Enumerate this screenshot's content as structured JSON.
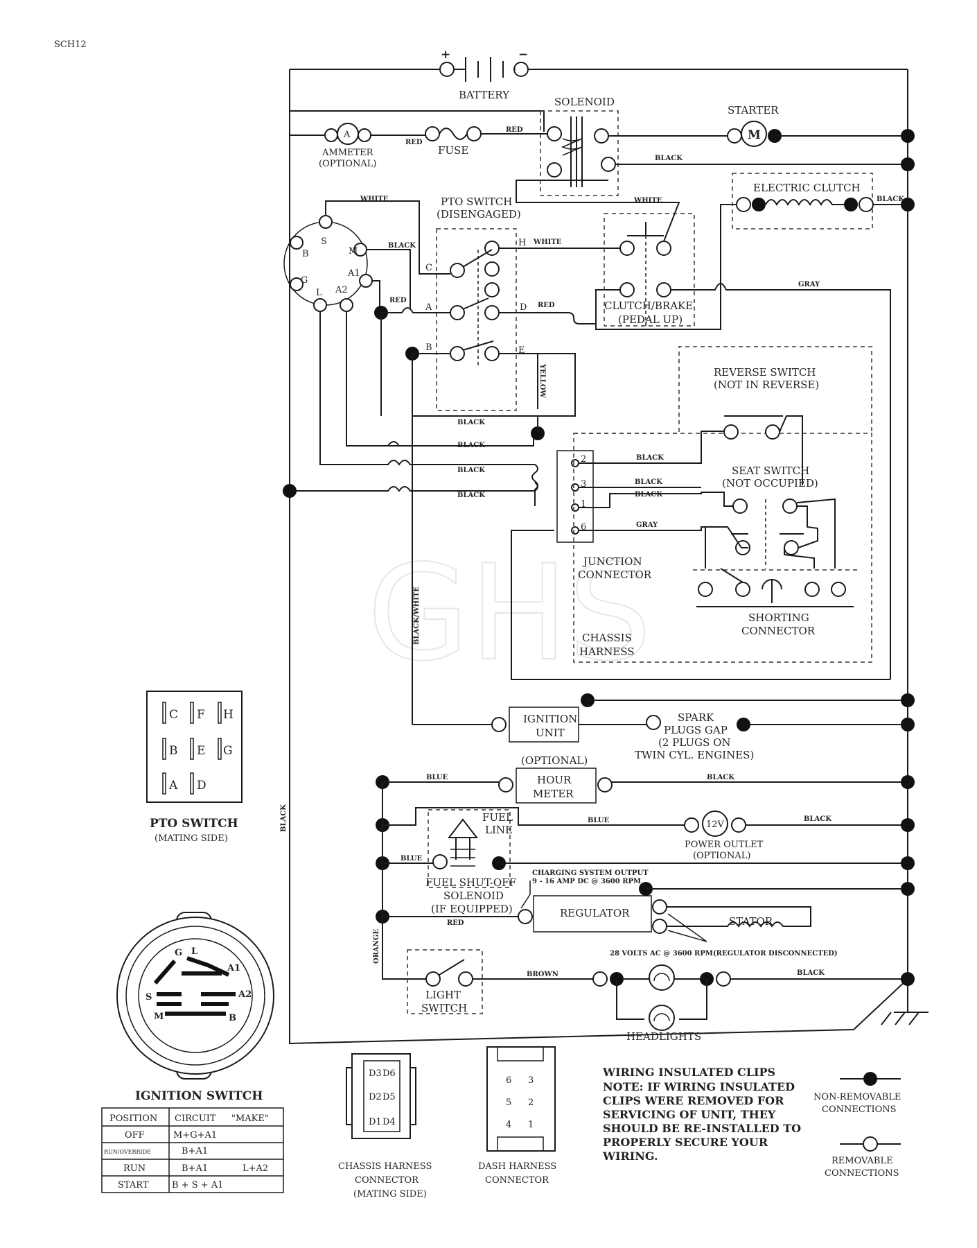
{
  "sheet_id": "SCH12",
  "watermark": "GHS",
  "components": {
    "battery": "BATTERY",
    "battery_pos": "+",
    "battery_neg": "−",
    "solenoid": "SOLENOID",
    "starter": "STARTER",
    "starter_symbol": "M",
    "ammeter": "AMMETER",
    "ammeter_sub": "(OPTIONAL)",
    "ammeter_symbol": "A",
    "fuse": "FUSE",
    "electric_clutch": "ELECTRIC CLUTCH",
    "pto_switch": "PTO SWITCH",
    "pto_switch_sub": "(DISENGAGED)",
    "clutch_brake": "CLUTCH/BRAKE",
    "clutch_brake_sub": "(PEDAL UP)",
    "reverse_switch": "REVERSE SWITCH",
    "reverse_switch_sub": "(NOT IN REVERSE)",
    "seat_switch": "SEAT SWITCH",
    "seat_switch_sub": "(NOT OCCUPIED)",
    "junction_connector_1": "JUNCTION",
    "junction_connector_2": "CONNECTOR",
    "shorting_connector_1": "SHORTING",
    "shorting_connector_2": "CONNECTOR",
    "chassis_harness_1": "CHASSIS",
    "chassis_harness_2": "HARNESS",
    "ignition_unit_1": "IGNITION",
    "ignition_unit_2": "UNIT",
    "spark_1": "SPARK",
    "spark_2": "PLUGS GAP",
    "spark_3": "(2 PLUGS ON",
    "spark_4": "TWIN CYL. ENGINES)",
    "hour_meter_opt": "(OPTIONAL)",
    "hour_meter_1": "HOUR",
    "hour_meter_2": "METER",
    "fuel_line_1": "FUEL",
    "fuel_line_2": "LINE",
    "power_outlet_symbol": "12V",
    "power_outlet": "POWER OUTLET",
    "power_outlet_sub": "(OPTIONAL)",
    "fuel_solenoid_1": "FUEL SHUT-OFF",
    "fuel_solenoid_2": "SOLENOID",
    "fuel_solenoid_3": "(IF EQUIPPED)",
    "charging_1": "CHARGING SYSTEM OUTPUT",
    "charging_2": "9 - 16 AMP DC @ 3600 RPM",
    "regulator": "REGULATOR",
    "stator": "STATOR",
    "ac_note": "28 VOLTS AC @ 3600 RPM(REGULATOR DISCONNECTED)",
    "light_switch_1": "LIGHT",
    "light_switch_2": "SWITCH",
    "headlights": "HEADLIGHTS"
  },
  "terminals": {
    "ign_S": "S",
    "ign_B": "B",
    "ign_M": "M",
    "ign_G": "G",
    "ign_L": "L",
    "ign_A2": "A2",
    "ign_A1": "A1",
    "pto_C": "C",
    "pto_H": "H",
    "pto_A": "A",
    "pto_D": "D",
    "pto_B": "B",
    "pto_E": "E",
    "jc_2": "2",
    "jc_3": "3",
    "jc_1": "1",
    "jc_6": "6"
  },
  "wire_labels": {
    "red_1": "RED",
    "red_2": "RED",
    "red_3": "RED",
    "red_4": "RED",
    "red_5": "RED",
    "black_1": "BLACK",
    "black_2": "BLACK",
    "black_3": "BLACK",
    "black_4": "BLACK",
    "black_5": "BLACK",
    "black_6": "BLACK",
    "black_7": "BLACK",
    "black_8": "BLACK",
    "black_9": "BLACK",
    "black_10": "BLACK",
    "black_11": "BLACK",
    "black_12": "BLACK",
    "black_13": "BLACK",
    "black_14": "BLACK",
    "white_1": "WHITE",
    "white_2": "WHITE",
    "white_3": "WHITE",
    "gray_1": "GRAY",
    "gray_2": "GRAY",
    "yellow": "YELLOW",
    "black_white": "BLACK/WHITE",
    "blue_1": "BLUE",
    "blue_2": "BLUE",
    "blue_3": "BLUE",
    "orange": "ORANGE",
    "brown": "BROWN"
  },
  "pto_mating": {
    "rows": [
      [
        "C",
        "F",
        "H"
      ],
      [
        "B",
        "E",
        "G"
      ],
      [
        "A",
        "D"
      ]
    ],
    "title": "PTO SWITCH",
    "subtitle": "(MATING SIDE)"
  },
  "ignition_switch": {
    "title": "IGNITION SWITCH",
    "pins": {
      "G": "G",
      "L": "L",
      "A1": "A1",
      "S": "S",
      "A2": "A2",
      "M": "M",
      "B": "B"
    },
    "headers": [
      "POSITION",
      "CIRCUIT",
      "\"MAKE\""
    ],
    "rows": [
      [
        "OFF",
        "M+G+A1",
        ""
      ],
      [
        "RUN/OVERRIDE",
        "B+A1",
        ""
      ],
      [
        "RUN",
        "B+A1",
        "L+A2"
      ],
      [
        "START",
        "B + S + A1",
        ""
      ]
    ]
  },
  "chassis_connector": {
    "pins_left": [
      "D3",
      "D2",
      "D1"
    ],
    "pins_right": [
      "D6",
      "D5",
      "D4"
    ],
    "label_1": "CHASSIS HARNESS",
    "label_2": "CONNECTOR",
    "label_3": "(MATING SIDE)"
  },
  "dash_connector": {
    "pins_left": [
      "6",
      "5",
      "4"
    ],
    "pins_right": [
      "3",
      "2",
      "1"
    ],
    "label_1": "DASH HARNESS",
    "label_2": "CONNECTOR"
  },
  "notes": {
    "heading": "WIRING INSULATED CLIPS",
    "lines": [
      "NOTE:  IF WIRING INSULATED",
      "CLIPS WERE REMOVED FOR",
      "SERVICING OF UNIT, THEY",
      "SHOULD BE RE-INSTALLED TO",
      "PROPERLY SECURE YOUR",
      "WIRING."
    ]
  },
  "legend": {
    "non_removable_1": "NON-REMOVABLE",
    "non_removable_2": "CONNECTIONS",
    "removable_1": "REMOVABLE",
    "removable_2": "CONNECTIONS"
  }
}
